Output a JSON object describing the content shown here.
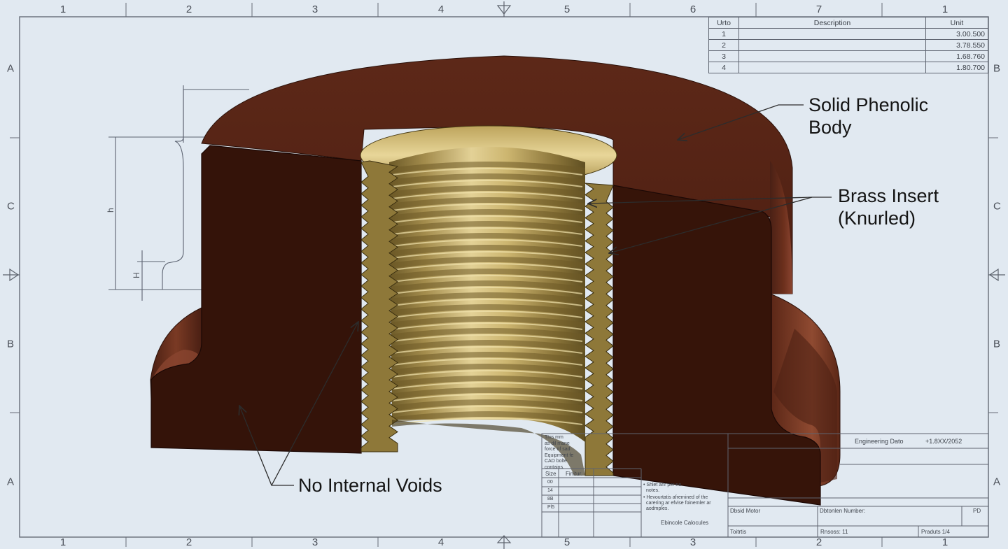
{
  "sheet": {
    "columns_top": [
      "1",
      "2",
      "3",
      "4",
      "5",
      "6",
      "7",
      "1"
    ],
    "columns_bottom": [
      "1",
      "2",
      "3",
      "4",
      "5",
      "3",
      "2",
      "1"
    ],
    "rows_left": [
      "A",
      "C",
      "B",
      "A"
    ],
    "rows_right": [
      "B",
      "C",
      "B",
      "A"
    ]
  },
  "dimensions": {
    "upper": "h",
    "lower": "H"
  },
  "callouts": {
    "body_line1": "Solid Phenolic",
    "body_line2": "Body",
    "insert_line1": "Brass Insert",
    "insert_line2": "(Knurled)",
    "voids": "No Internal Voids"
  },
  "revision_table": {
    "headers": [
      "Urto",
      "Description",
      "Unit"
    ],
    "rows": [
      {
        "num": "1",
        "desc": "",
        "unit": "3.00.500"
      },
      {
        "num": "2",
        "desc": "",
        "unit": "3.78.550"
      },
      {
        "num": "3",
        "desc": "",
        "unit": "1.68.760"
      },
      {
        "num": "4",
        "desc": "",
        "unit": "1.80.700"
      }
    ]
  },
  "notes_block": {
    "lines": [
      "This mm",
      "as dil mane",
      "force of sad",
      "Equipment fe",
      "CAD bolte",
      "contains."
    ],
    "size_header": "Size",
    "finish_header": "Finitur.",
    "size_rows": [
      "00",
      "14",
      "8B",
      "Pl5"
    ]
  },
  "title_block": {
    "eng_label": "Engineering Dato",
    "eng_value": "+1.8XX/2052",
    "note1": "• Shlet anr per ne",
    "note1b": "notes.",
    "note2": "• Hevourtatis afremined of the",
    "note2b": "carering ar efvise foinemler ar",
    "note2c": "aodmples.",
    "footer_note": "Ebincole Calocules",
    "part_label": "Dbsid Motor",
    "drawing_label": "Dbtonlen Number:",
    "rev_label": "PD",
    "bottom_left": "Toitrtis",
    "bottom_mid": "Rnsoss: 11",
    "bottom_right": "Praduts 1/4"
  }
}
